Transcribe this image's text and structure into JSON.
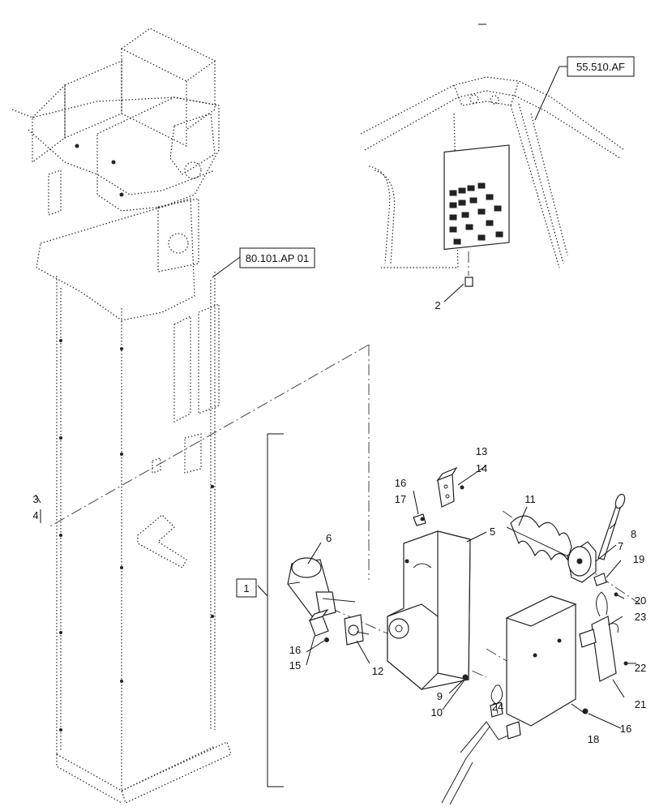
{
  "references": {
    "cab_frame": "55.510.AF",
    "elevator": "80.101.AP 01"
  },
  "group_label": "1",
  "callouts": [
    "2",
    "3",
    "4",
    "5",
    "6",
    "7",
    "8",
    "9",
    "10",
    "11",
    "12",
    "13",
    "14",
    "15",
    "16",
    "17",
    "18",
    "19",
    "20",
    "21",
    "22",
    "23",
    "24"
  ]
}
